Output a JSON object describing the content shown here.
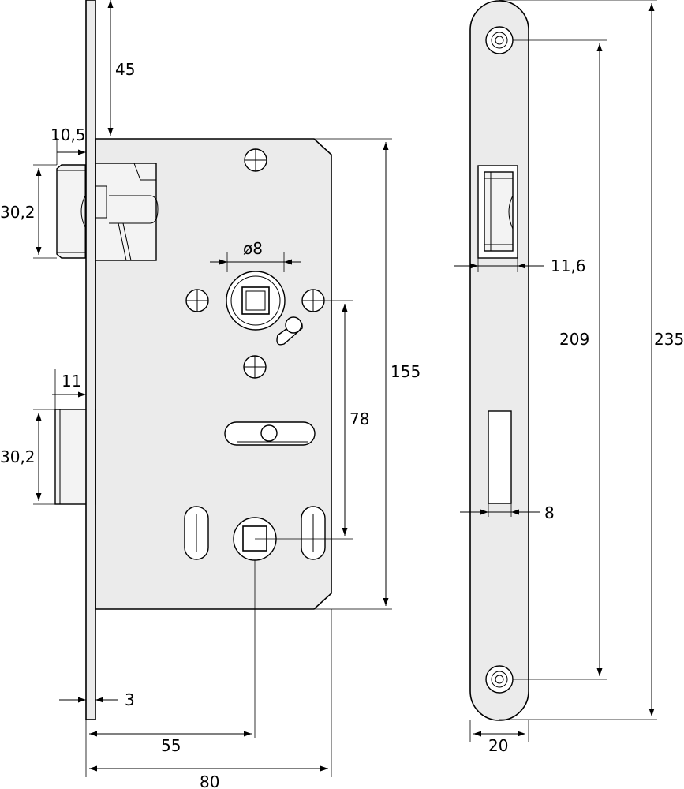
{
  "dimensions": {
    "backset_top": "45",
    "faceplate_offset": "10,5",
    "latch_height": "30,2",
    "follower_diameter": "ø8",
    "case_height": "155",
    "handle_to_key": "78",
    "bolt_offset": "11",
    "bolt_height": "30,2",
    "faceplate_thickness": "3",
    "backset": "55",
    "case_depth": "80",
    "latch_width": "11,6",
    "screw_spacing": "209",
    "faceplate_length": "235",
    "bolt_width": "8",
    "faceplate_width": "20"
  }
}
